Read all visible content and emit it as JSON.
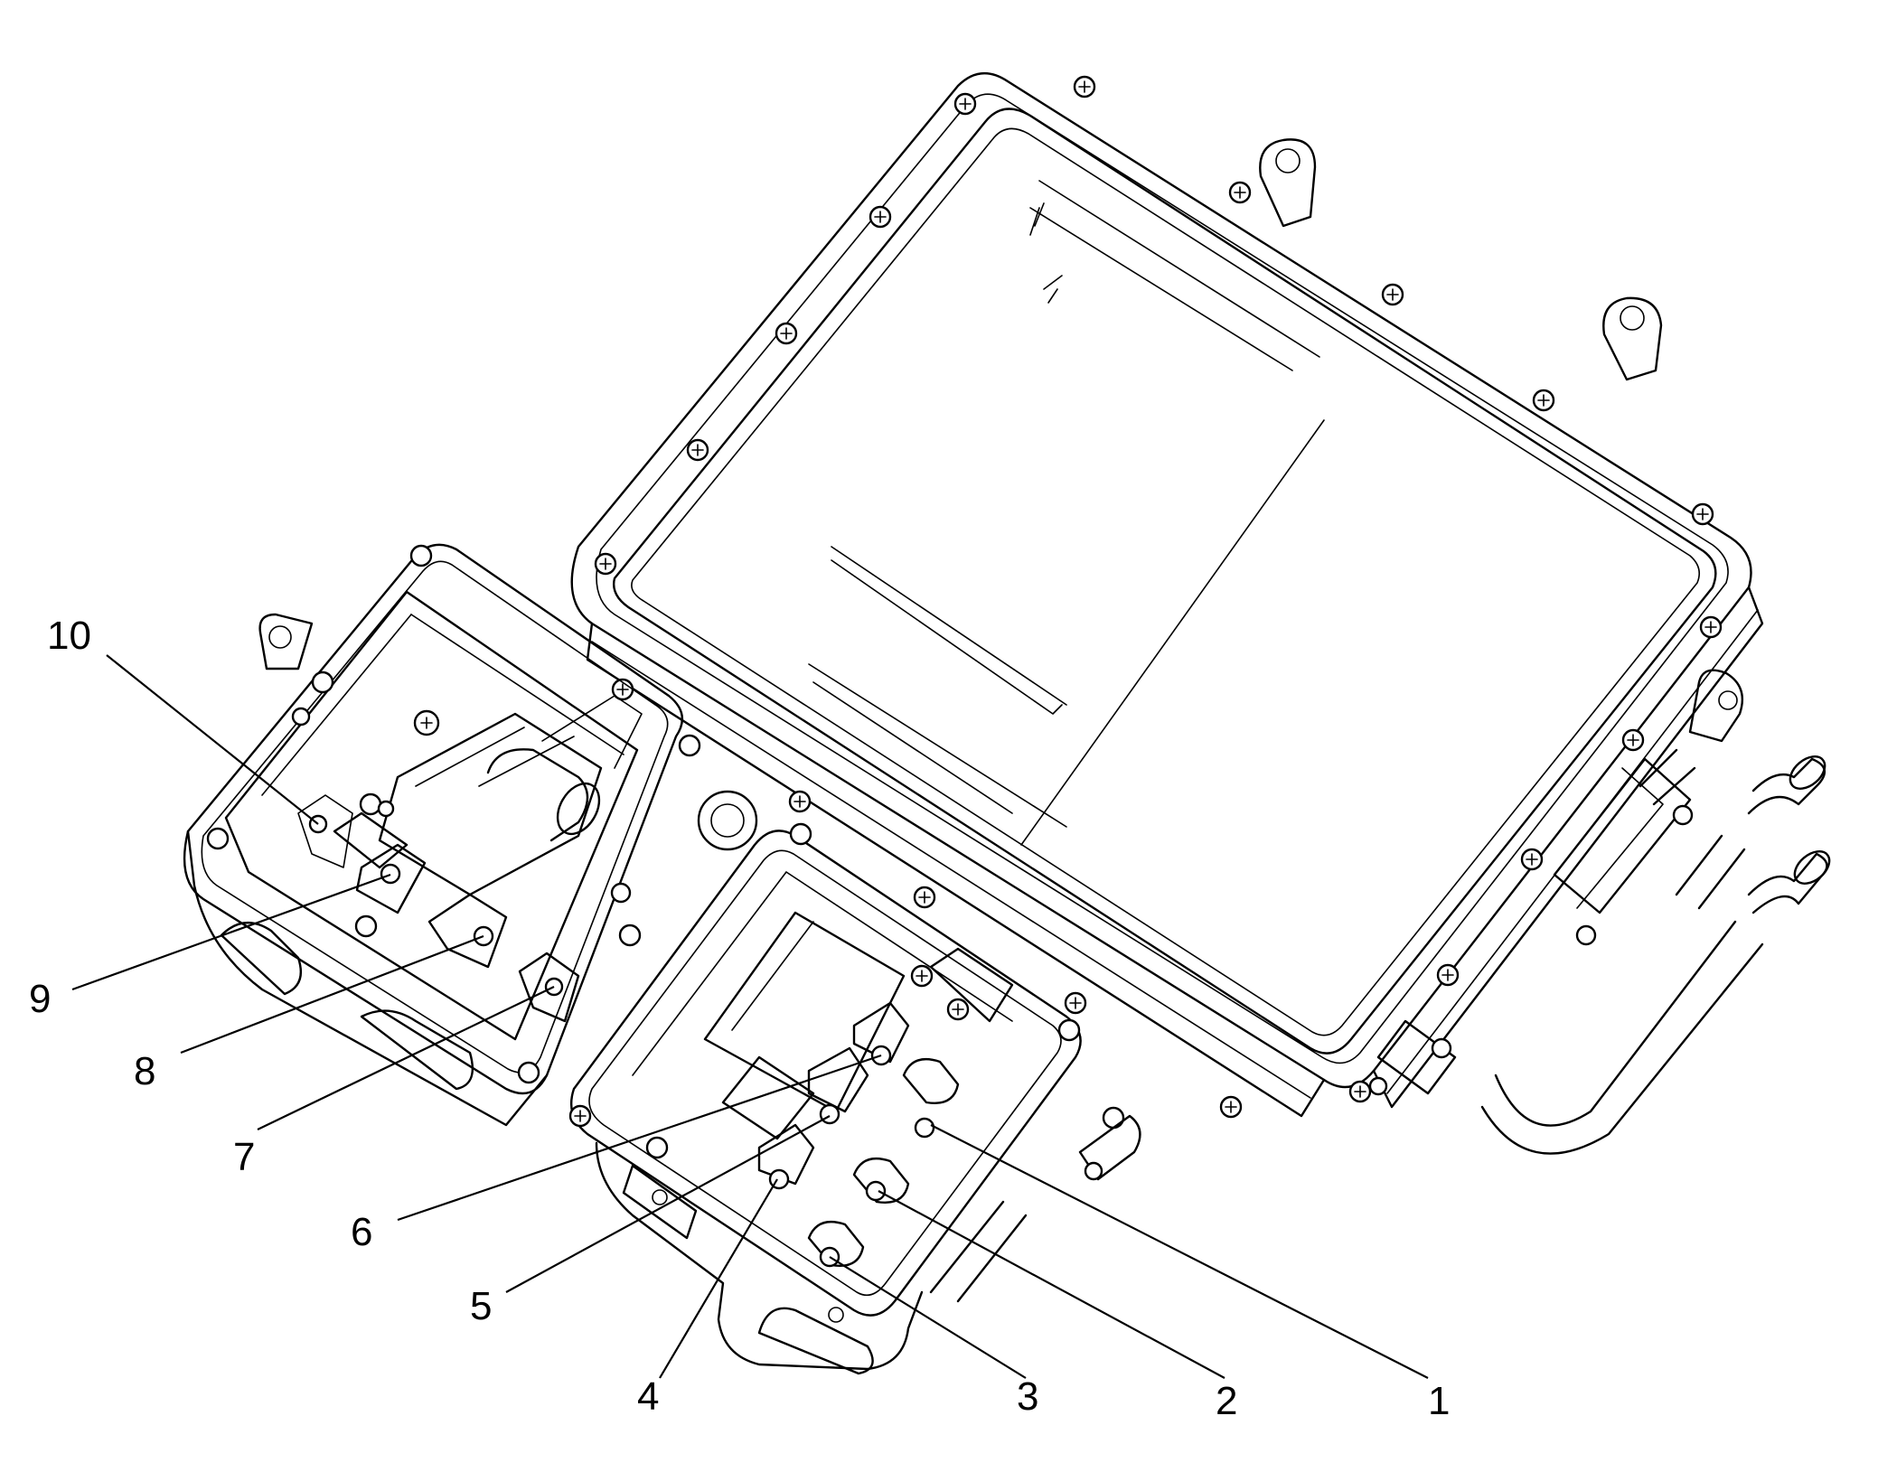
{
  "callouts": [
    {
      "id": 1,
      "label": "1"
    },
    {
      "id": 2,
      "label": "2"
    },
    {
      "id": 3,
      "label": "3"
    },
    {
      "id": 4,
      "label": "4"
    },
    {
      "id": 5,
      "label": "5"
    },
    {
      "id": 6,
      "label": "6"
    },
    {
      "id": 7,
      "label": "7"
    },
    {
      "id": 8,
      "label": "8"
    },
    {
      "id": 9,
      "label": "9"
    },
    {
      "id": 10,
      "label": "10"
    }
  ],
  "colors": {
    "line": "#000000",
    "background": "#ffffff"
  }
}
